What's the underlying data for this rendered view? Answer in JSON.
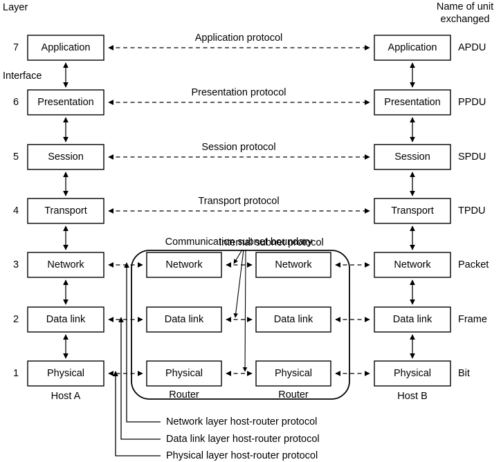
{
  "headers": {
    "layer_label": "Layer",
    "unit_label_line1": "Name of unit",
    "unit_label_line2": "exchanged",
    "interface_label": "Interface"
  },
  "layers": [
    {
      "num": "7",
      "name": "Application",
      "protocol": "Application protocol",
      "unit": "APDU"
    },
    {
      "num": "6",
      "name": "Presentation",
      "protocol": "Presentation protocol",
      "unit": "PPDU"
    },
    {
      "num": "5",
      "name": "Session",
      "protocol": "Session protocol",
      "unit": "SPDU"
    },
    {
      "num": "4",
      "name": "Transport",
      "protocol": "Transport protocol",
      "unit": "TPDU"
    },
    {
      "num": "3",
      "name": "Network",
      "protocol": "",
      "unit": "Packet"
    },
    {
      "num": "2",
      "name": "Data link",
      "protocol": "",
      "unit": "Frame"
    },
    {
      "num": "1",
      "name": "Physical",
      "protocol": "",
      "unit": "Bit"
    }
  ],
  "hosts": {
    "left_label": "Host A",
    "right_label": "Host B"
  },
  "subnet": {
    "boundary_label": "Communication subnet boundary",
    "internal_protocol_label": "Internal subnet protocol",
    "router_left_label": "Router",
    "router_right_label": "Router",
    "router_layers": [
      "Network",
      "Data link",
      "Physical"
    ]
  },
  "host_router_notes": [
    "Network layer host-router protocol",
    "Data link layer host-router protocol",
    "Physical layer host-router protocol"
  ],
  "colors": {
    "ink": "#000000",
    "paper": "#ffffff"
  }
}
